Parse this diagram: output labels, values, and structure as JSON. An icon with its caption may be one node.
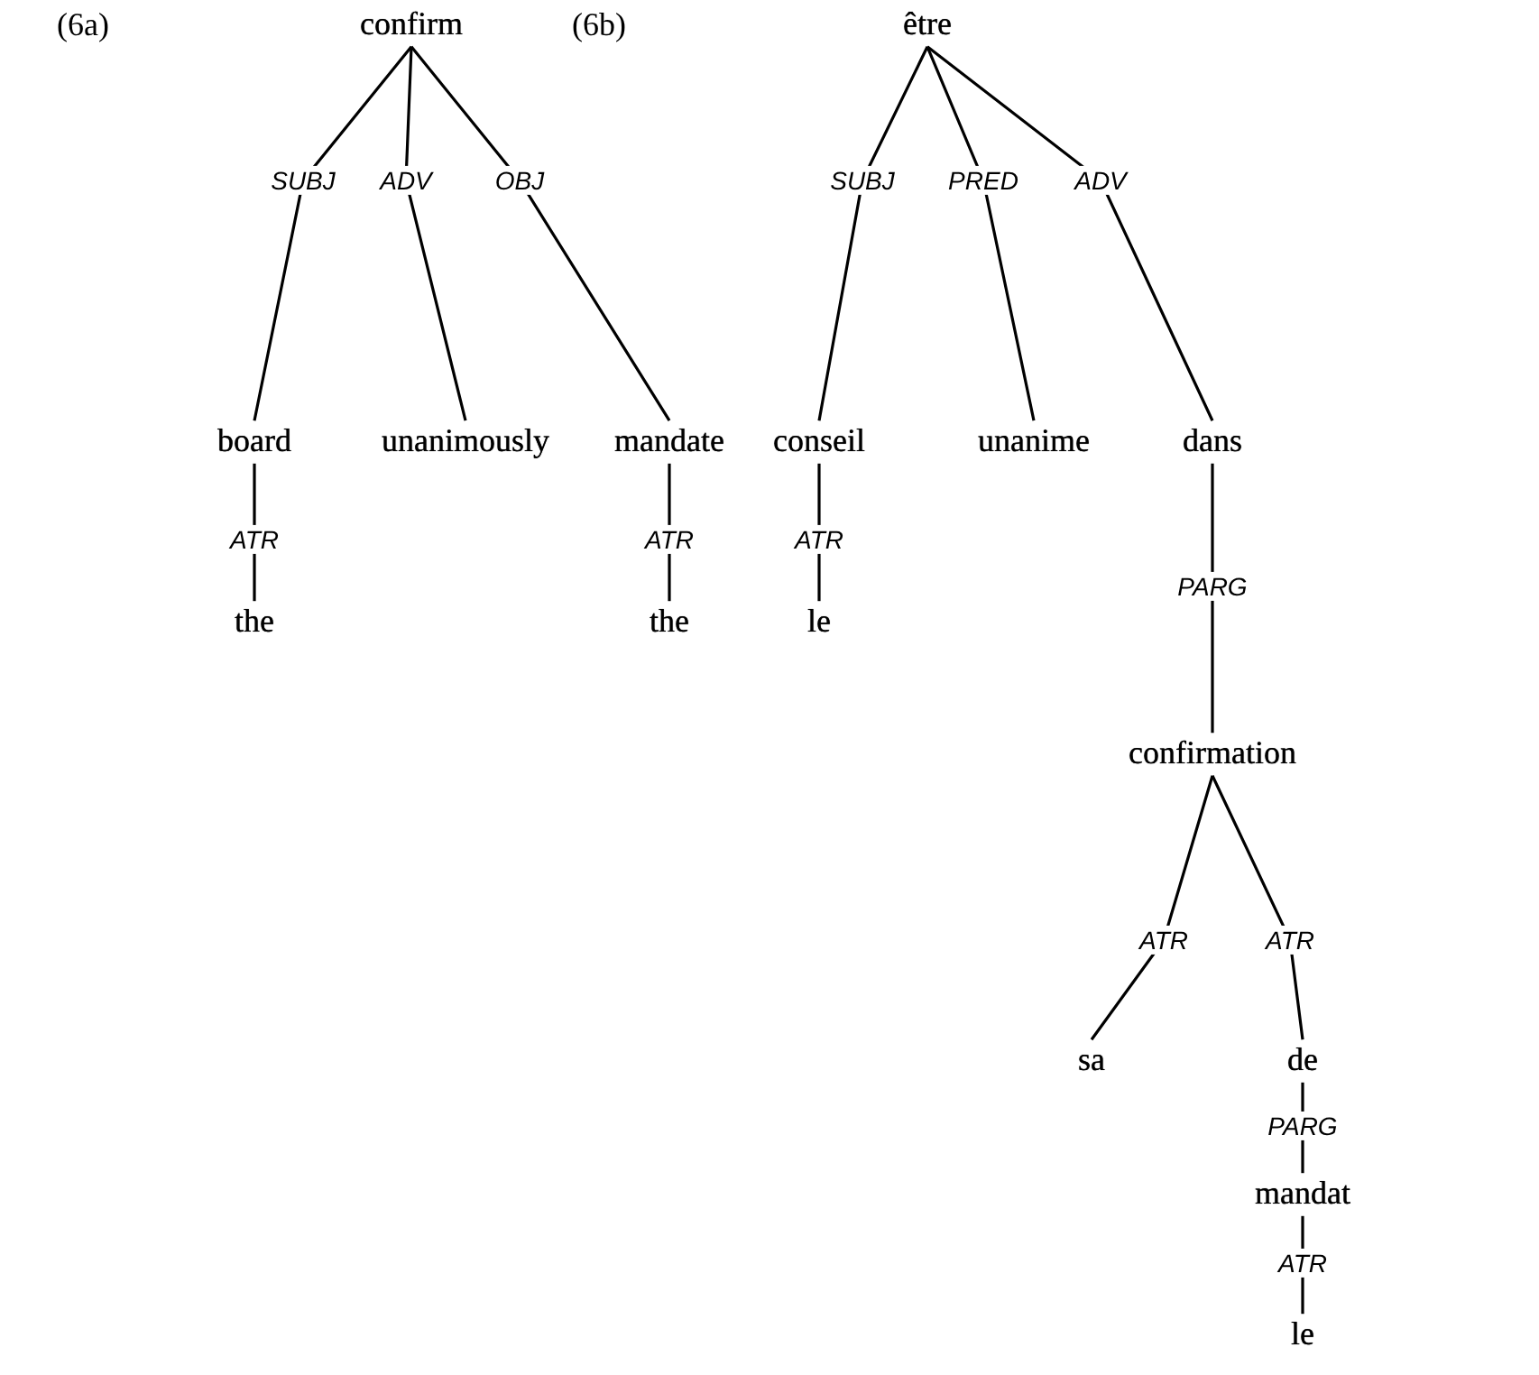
{
  "diagram": {
    "nodes": [
      {
        "text": [
          "confirm"
        ]
      },
      {
        "text": [
          "board"
        ]
      },
      {
        "text": [
          "unanimously"
        ]
      },
      {
        "text": [
          "mandate"
        ]
      },
      {
        "text": [
          "the"
        ]
      },
      {
        "text": [
          "the"
        ]
      },
      {
        "text": [
          "être"
        ]
      },
      {
        "text": [
          "conseil"
        ]
      },
      {
        "text": [
          "unanime"
        ]
      },
      {
        "text": [
          "dans"
        ]
      },
      {
        "text": [
          "le"
        ]
      },
      {
        "text": [
          "confirmation"
        ]
      },
      {
        "text": [
          "sa"
        ]
      },
      {
        "text": [
          "de"
        ]
      },
      {
        "text": [
          "mandat"
        ]
      },
      {
        "text": [
          "le"
        ]
      }
    ],
    "edges": [
      {
        "from": 0,
        "to": 1,
        "arrow": "none",
        "label": "SUBJ"
      },
      {
        "from": 0,
        "to": 2,
        "arrow": "none",
        "label": "ADV"
      },
      {
        "from": 0,
        "to": 3,
        "arrow": "none",
        "label": "OBJ"
      },
      {
        "from": 1,
        "to": 4,
        "arrow": "none",
        "label": "ATR"
      },
      {
        "from": 3,
        "to": 5,
        "arrow": "none",
        "label": "ATR"
      },
      {
        "from": 6,
        "to": 7,
        "arrow": "none",
        "label": "SUBJ"
      },
      {
        "from": 6,
        "to": 8,
        "arrow": "none",
        "label": "PRED"
      },
      {
        "from": 6,
        "to": 9,
        "arrow": "none",
        "label": "ADV"
      },
      {
        "from": 7,
        "to": 10,
        "arrow": "none",
        "label": "ATR"
      },
      {
        "from": 9,
        "to": 11,
        "arrow": "none",
        "label": "PARG"
      },
      {
        "from": 11,
        "to": 12,
        "arrow": "none",
        "label": "ATR"
      },
      {
        "from": 11,
        "to": 13,
        "arrow": "none",
        "label": "ATR"
      },
      {
        "from": 13,
        "to": 14,
        "arrow": "none",
        "label": "PARG"
      },
      {
        "from": 14,
        "to": 15,
        "arrow": "none",
        "label": "ATR"
      }
    ],
    "labels": [
      "(6a)",
      "(6b)"
    ]
  }
}
